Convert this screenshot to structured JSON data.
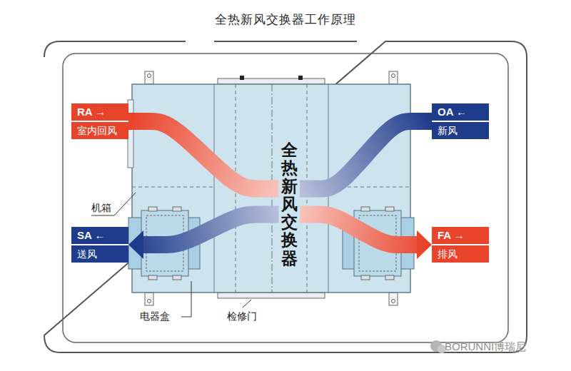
{
  "diagram": {
    "title": "全热新风交换器工作原理",
    "nodes": [
      {
        "text": [
          "RA →",
          "室内回风"
        ]
      },
      {
        "text": [
          "OA ←",
          "新风"
        ]
      },
      {
        "text": [
          "全热新风交换器"
        ]
      },
      {
        "text": [
          "SA ←",
          "送风"
        ]
      },
      {
        "text": [
          "FA →",
          "排风"
        ]
      }
    ],
    "edges": [
      {
        "from": 0,
        "to": 2,
        "arrow": "none"
      },
      {
        "from": 2,
        "to": 4,
        "arrow": "to"
      },
      {
        "from": 1,
        "to": 2,
        "arrow": "none"
      },
      {
        "from": 2,
        "to": 3,
        "arrow": "to"
      }
    ],
    "labels": [
      "机箱",
      "电器盒",
      "检修门",
      "BORUNNI博瑞尼"
    ]
  }
}
